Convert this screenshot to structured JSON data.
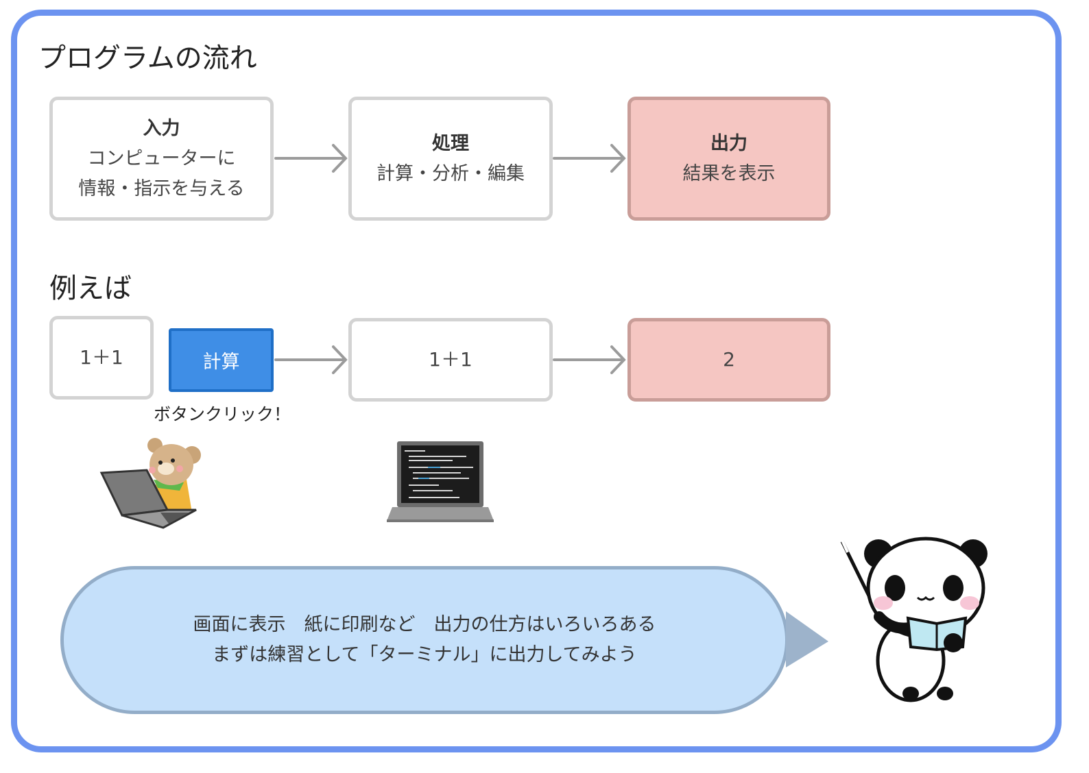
{
  "section_flow": {
    "title": "プログラムの流れ"
  },
  "flow": {
    "input": {
      "title": "入力",
      "line1": "コンピューターに",
      "line2": "情報・指示を与える"
    },
    "process": {
      "title": "処理",
      "line1": "計算・分析・編集"
    },
    "output": {
      "title": "出力",
      "line1": "結果を表示"
    }
  },
  "section_example": {
    "title": "例えば"
  },
  "example": {
    "input_value": "1＋1",
    "button_label": "計算",
    "button_caption": "ボタンクリック！",
    "process_value": "1＋1",
    "output_value": "2"
  },
  "speech": {
    "line1": "画面に表示　紙に印刷など　出力の仕方はいろいろある",
    "line2": "まずは練習として「ターミナル」に出力してみよう"
  },
  "colors": {
    "frame": "#6c93f0",
    "output_fill": "#f5c6c2",
    "button": "#3f8ee6",
    "speech_fill": "#c5e0fa"
  },
  "icons": [
    "bear-with-laptop-illustration",
    "laptop-code-illustration",
    "panda-teacher-illustration",
    "arrow-right-icon"
  ]
}
